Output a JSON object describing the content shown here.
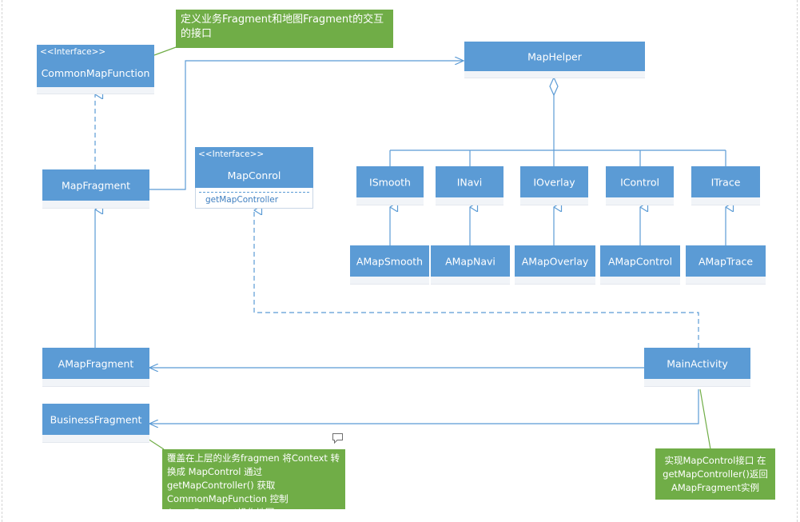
{
  "colors": {
    "box": "#5b9bd5",
    "note": "#70ad47",
    "wire": "#5b9bd5"
  },
  "stereotype": "<<Interface>>",
  "notes": {
    "top": "定义业务Fragment和地图Fragment的交互的接口",
    "bottom_left": "覆盖在上层的业务fragmen 将Context 转换成 MapControl 通过getMapController() 获取CommonMapFunction 控制AmapFragment操作地图",
    "bottom_right": "实现MapControl接口 在getMapController()返回AMapFragment实例"
  },
  "classes": {
    "common_map_function": "CommonMapFunction",
    "map_fragment": "MapFragment",
    "amap_fragment": "AMapFragment",
    "business_fragment": "BusinessFragment",
    "map_conrol": "MapConrol",
    "map_conrol_method": "getMapController",
    "map_helper": "MapHelper",
    "main_activity": "MainActivity"
  },
  "interfaces_row": [
    "ISmooth",
    "INavi",
    "IOverlay",
    "IControl",
    "ITrace"
  ],
  "impl_row": [
    "AMapSmooth",
    "AMapNavi",
    "AMapOverlay",
    "AMapControl",
    "AMapTrace"
  ],
  "icons": {
    "comment": "speech-bubble-icon"
  }
}
